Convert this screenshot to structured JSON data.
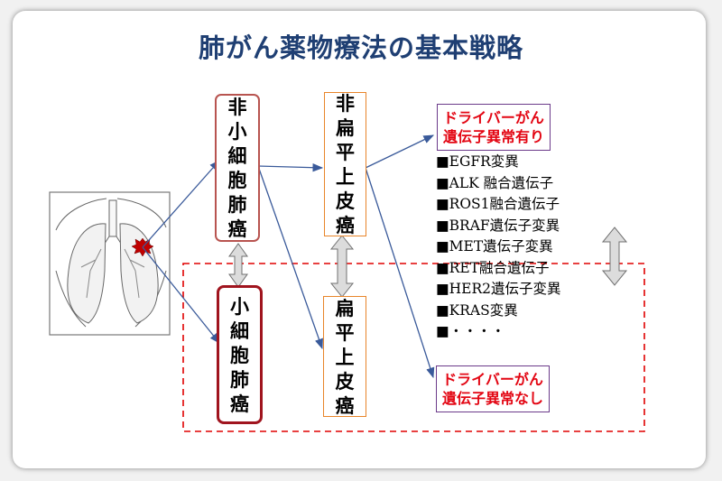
{
  "title": "肺がん薬物療法の基本戦略",
  "boxes": {
    "nsclc": [
      "非",
      "小",
      "細",
      "胞",
      "肺",
      "癌"
    ],
    "sclc": [
      "小",
      "細",
      "胞",
      "肺",
      "癌"
    ],
    "non_squamous": [
      "非",
      "扁",
      "平",
      "上",
      "皮",
      "癌"
    ],
    "squamous": [
      "扁",
      "平",
      "上",
      "皮",
      "癌"
    ]
  },
  "driver_with": [
    "ドライバーがん",
    "遺伝子異常有り"
  ],
  "driver_without": [
    "ドライバーがん",
    "遺伝子異常なし"
  ],
  "genes": [
    "■EGFR変異",
    "■ALK 融合遺伝子",
    "■ROS1融合遺伝子",
    "■BRAF遺伝子変異",
    "■MET遺伝子変異",
    "■RET融合遺伝子",
    "■HER2遺伝子変異",
    "■KRAS変異",
    "■・・・・"
  ],
  "colors": {
    "title": "#1f3f73",
    "arrow": "#3a5a9a",
    "dashed_frame": "#e00000",
    "driver_text": "#e30613"
  },
  "icons": [
    "lungs-illustration",
    "tumor-star-icon",
    "double-arrow-icon"
  ]
}
